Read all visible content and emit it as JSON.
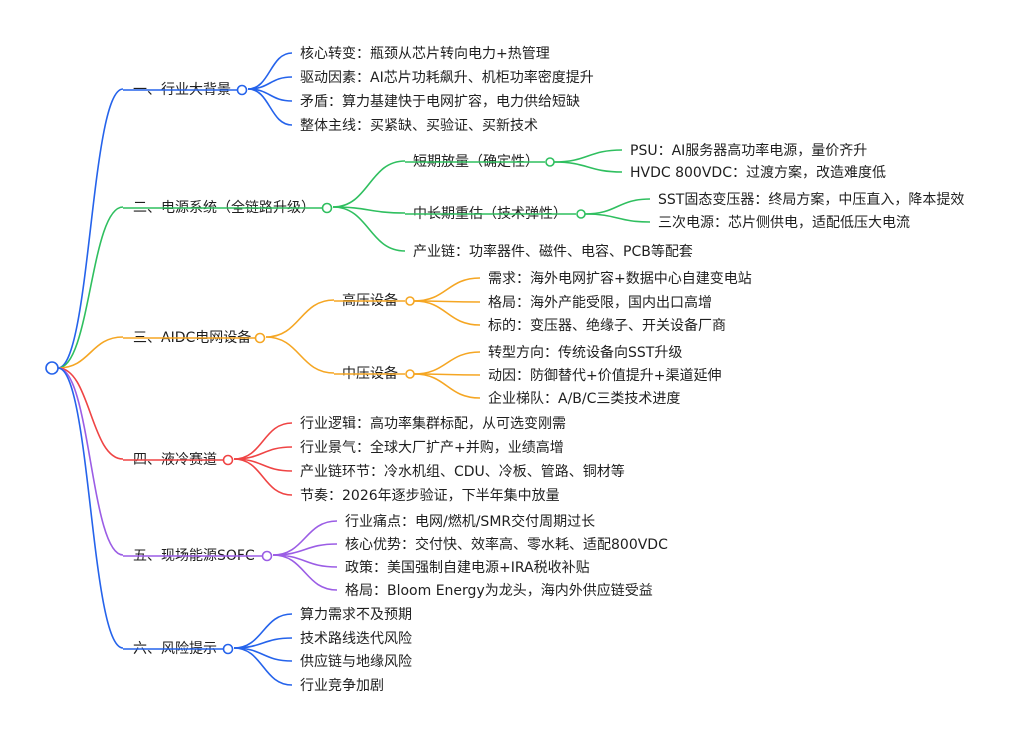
{
  "colors": {
    "blue": "#2563eb",
    "green": "#2fbf5f",
    "orange": "#f5a623",
    "red": "#ef4444",
    "purple": "#9b5de5",
    "text": "#1f1f1f"
  },
  "branches": [
    {
      "label": "一、行业大背景",
      "color": "blue",
      "children": [
        {
          "label": "核心转变：瓶颈从芯片转向电力+热管理"
        },
        {
          "label": "驱动因素：AI芯片功耗飙升、机柜功率密度提升"
        },
        {
          "label": "矛盾：算力基建快于电网扩容，电力供给短缺"
        },
        {
          "label": "整体主线：买紧缺、买验证、买新技术"
        }
      ]
    },
    {
      "label": "二、电源系统（全链路升级）",
      "color": "green",
      "children": [
        {
          "label": "短期放量（确定性）",
          "children": [
            {
              "label": "PSU：AI服务器高功率电源，量价齐升"
            },
            {
              "label": "HVDC 800VDC：过渡方案，改造难度低"
            }
          ]
        },
        {
          "label": "中长期重估（技术弹性）",
          "children": [
            {
              "label": "SST固态变压器：终局方案，中压直入，降本提效"
            },
            {
              "label": "三次电源：芯片侧供电，适配低压大电流"
            }
          ]
        },
        {
          "label": "产业链：功率器件、磁件、电容、PCB等配套"
        }
      ]
    },
    {
      "label": "三、AIDC电网设备",
      "color": "orange",
      "children": [
        {
          "label": "高压设备",
          "children": [
            {
              "label": "需求：海外电网扩容+数据中心自建变电站"
            },
            {
              "label": "格局：海外产能受限，国内出口高增"
            },
            {
              "label": "标的：变压器、绝缘子、开关设备厂商"
            }
          ]
        },
        {
          "label": "中压设备",
          "children": [
            {
              "label": "转型方向：传统设备向SST升级"
            },
            {
              "label": "动因：防御替代+价值提升+渠道延伸"
            },
            {
              "label": "企业梯队：A/B/C三类技术进度"
            }
          ]
        }
      ]
    },
    {
      "label": "四、液冷赛道",
      "color": "red",
      "children": [
        {
          "label": "行业逻辑：高功率集群标配，从可选变刚需"
        },
        {
          "label": "行业景气：全球大厂扩产+并购，业绩高增"
        },
        {
          "label": "产业链环节：冷水机组、CDU、冷板、管路、铜材等"
        },
        {
          "label": "节奏：2026年逐步验证，下半年集中放量"
        }
      ]
    },
    {
      "label": "五、现场能源SOFC",
      "color": "purple",
      "children": [
        {
          "label": "行业痛点：电网/燃机/SMR交付周期过长"
        },
        {
          "label": "核心优势：交付快、效率高、零水耗、适配800VDC"
        },
        {
          "label": "政策：美国强制自建电源+IRA税收补贴"
        },
        {
          "label": "格局：Bloom Energy为龙头，海内外供应链受益"
        }
      ]
    },
    {
      "label": "六、风险提示",
      "color": "blue",
      "children": [
        {
          "label": "算力需求不及预期"
        },
        {
          "label": "技术路线迭代风险"
        },
        {
          "label": "供应链与地缘风险"
        },
        {
          "label": "行业竞争加剧"
        }
      ]
    }
  ]
}
